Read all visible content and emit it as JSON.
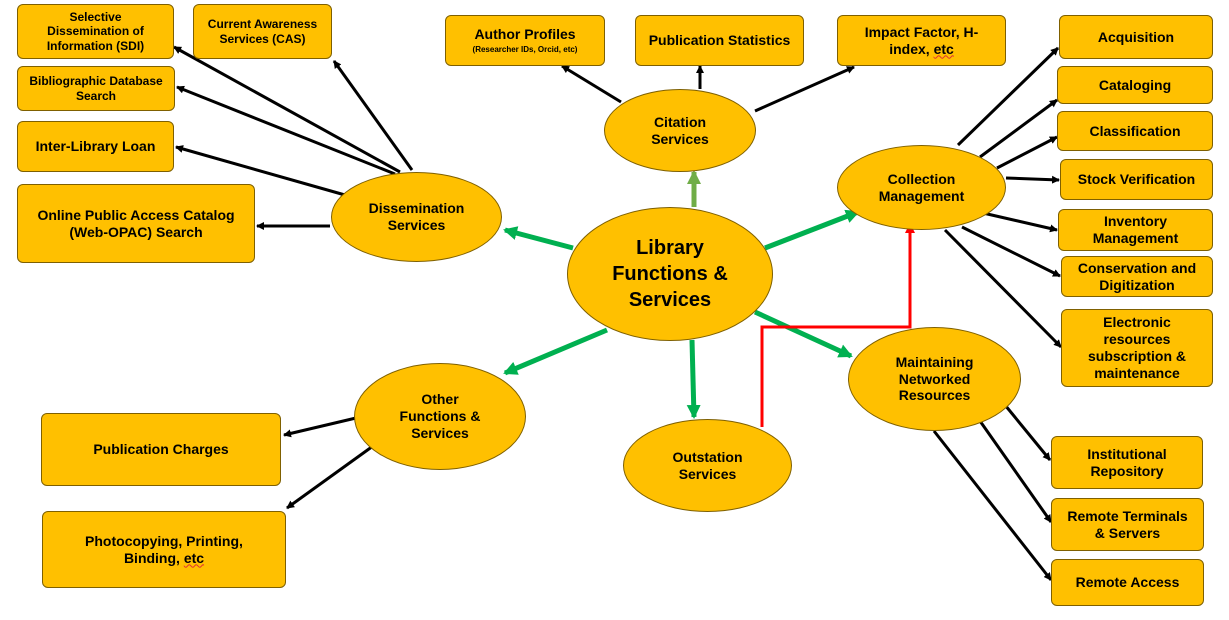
{
  "colors": {
    "node_fill": "#ffc000",
    "node_border": "#7f6000",
    "arrow_black": "#000000",
    "arrow_green": "#00b050",
    "arrow_light_green": "#70ad47",
    "arrow_red": "#ff0000"
  },
  "center": {
    "line1": "Library",
    "line2": "Functions &",
    "line3": "Services"
  },
  "hubs": {
    "dissemination": {
      "line1": "Dissemination",
      "line2": "Services"
    },
    "citation": {
      "line1": "Citation",
      "line2": "Services"
    },
    "collection": {
      "line1": "Collection",
      "line2": "Management"
    },
    "networked": {
      "line1": "Maintaining",
      "line2": "Networked",
      "line3": "Resources"
    },
    "outstation": {
      "line1": "Outstation",
      "line2": "Services"
    },
    "other": {
      "line1": "Other",
      "line2": "Functions &",
      "line3": "Services"
    }
  },
  "leaves": {
    "sdi": {
      "line1": "Selective",
      "line2": "Dissemination of",
      "line3": "Information (SDI)"
    },
    "cas": {
      "line1": "Current Awareness",
      "line2": "Services (CAS)"
    },
    "bib": {
      "line1": "Bibliographic Database",
      "line2": "Search"
    },
    "ill": {
      "line1": "Inter-Library Loan"
    },
    "opac": {
      "line1": "Online Public Access Catalog",
      "line2": "(Web-OPAC) Search"
    },
    "author": {
      "line1": "Author Profiles",
      "sub": "(Researcher IDs, Orcid, etc)"
    },
    "pubstats": {
      "line1": "Publication Statistics"
    },
    "impact": {
      "line1": "Impact Factor, H-",
      "line2a": "index, ",
      "line2b": "etc"
    },
    "acquisition": {
      "line1": "Acquisition"
    },
    "cataloging": {
      "line1": "Cataloging"
    },
    "classification": {
      "line1": "Classification"
    },
    "stock": {
      "line1": "Stock Verification"
    },
    "inventory": {
      "line1": "Inventory",
      "line2": "Management"
    },
    "conservation": {
      "line1": "Conservation and",
      "line2": "Digitization"
    },
    "eres": {
      "line1": "Electronic",
      "line2": "resources",
      "line3": "subscription &",
      "line4": "maintenance"
    },
    "repository": {
      "line1": "Institutional",
      "line2": "Repository"
    },
    "terminals": {
      "line1": "Remote Terminals",
      "line2": "& Servers"
    },
    "remote": {
      "line1": "Remote Access"
    },
    "pubcharges": {
      "line1": "Publication Charges"
    },
    "photocopy": {
      "line1": "Photocopying, Printing,",
      "line2a": "Binding, ",
      "line2b": "etc"
    }
  }
}
